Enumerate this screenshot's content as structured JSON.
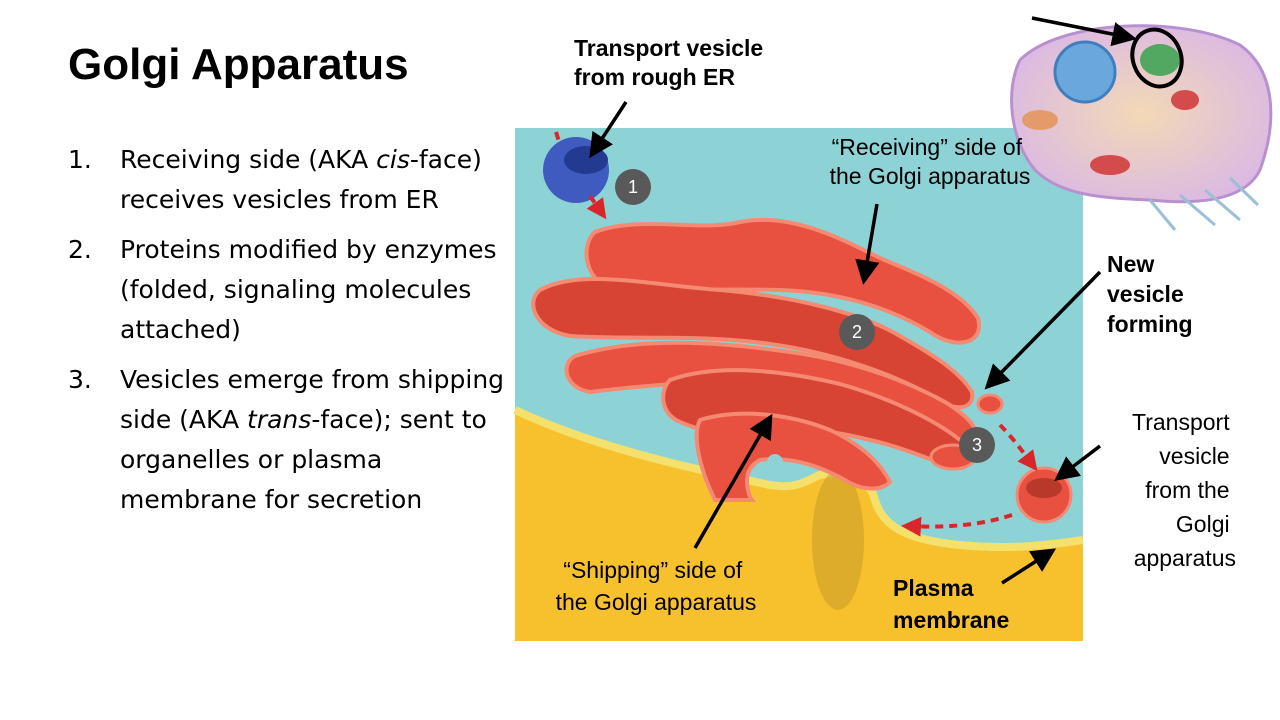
{
  "slide": {
    "title": "Golgi Apparatus",
    "points": [
      {
        "num": "1.",
        "pre": "Receiving side (AKA ",
        "em": "cis",
        "post": "-face) receives vesicles from ER"
      },
      {
        "num": "2.",
        "pre": "Proteins modified by enzymes (folded, signaling molecules attached)",
        "em": "",
        "post": ""
      },
      {
        "num": "3.",
        "pre": "Vesicles emerge from shipping side (AKA ",
        "em": "trans",
        "post": "-face); sent to organelles or plasma membrane for secretion"
      }
    ]
  },
  "diagram": {
    "labels": {
      "transport_er": [
        "Transport vesicle",
        "from rough ER"
      ],
      "receiving": [
        "“Receiving” side of",
        "the Golgi apparatus"
      ],
      "new_vesicle": [
        "New",
        "vesicle",
        "forming"
      ],
      "transport_golgi": [
        "Transport",
        "vesicle",
        "from the",
        "Golgi",
        "apparatus"
      ],
      "shipping": [
        "“Shipping” side of",
        "the Golgi apparatus"
      ],
      "plasma": [
        "Plasma",
        "membrane"
      ]
    },
    "steps": [
      "1",
      "2",
      "3"
    ],
    "colors": {
      "cytoplasm": "#8dd3d6",
      "extracellular": "#f7c12e",
      "membrane_edge": "#f4e06a",
      "golgi": "#e8503f",
      "golgi_light": "#f58a73",
      "vesicle_er": "#3f5bbf",
      "arrow_red": "#d9262b",
      "step_badge": "#595959"
    }
  }
}
